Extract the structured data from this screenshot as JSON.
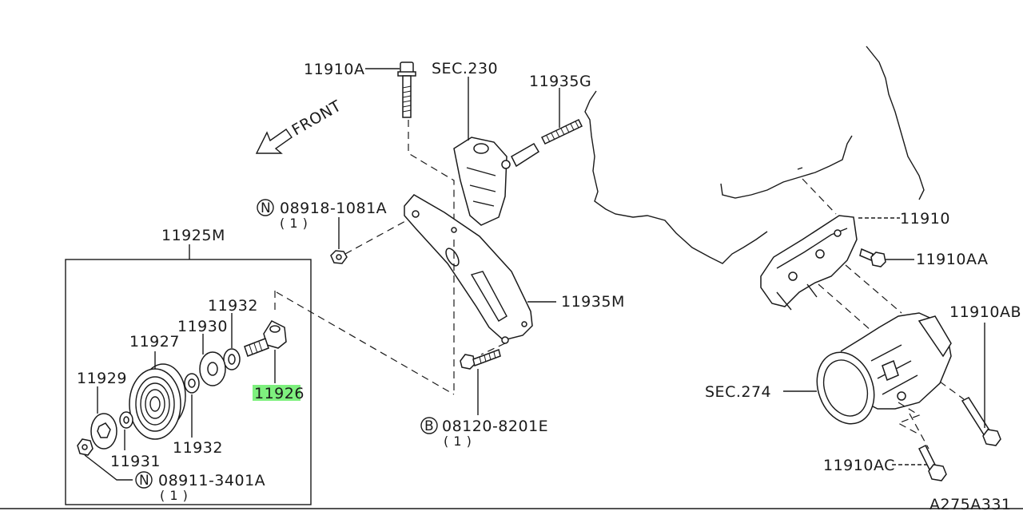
{
  "diagram_code": "A275A331",
  "front_label": "FRONT",
  "highlight_color": "#7ef07e",
  "labels": {
    "p11910A": "11910A",
    "sec230": "SEC.230",
    "p11935G": "11935G",
    "p11910": "11910",
    "p11910AA": "11910AA",
    "p11910AB": "11910AB",
    "p11935M": "11935M",
    "sec274": "SEC.274",
    "p11910AC": "11910AC",
    "p11925M": "11925M",
    "p11932a": "11932",
    "p11930": "11930",
    "p11927": "11927",
    "p11929": "11929",
    "p11926": "11926",
    "p11932b": "11932",
    "p11931": "11931"
  },
  "callouts": {
    "nut_08918": {
      "symbol": "N",
      "number": "08918-1081A",
      "qty": "( 1 )"
    },
    "bolt_08120": {
      "symbol": "B",
      "number": "08120-8201E",
      "qty": "( 1 )"
    },
    "nut_08911": {
      "symbol": "N",
      "number": "08911-3401A",
      "qty": "( 1 )"
    }
  }
}
